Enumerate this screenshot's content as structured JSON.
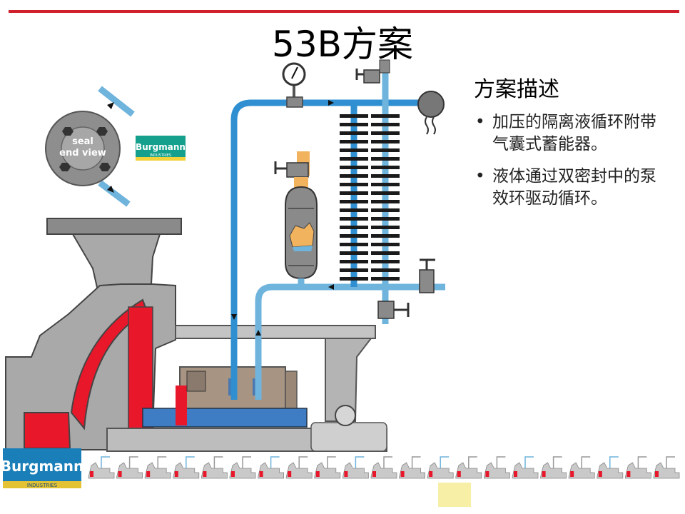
{
  "title": "53B方案",
  "description": {
    "heading": "方案描述",
    "bullets": [
      "加压的隔离液循环附带气囊式蓄能器。",
      "液体通过双密封中的泵效环驱动循环。"
    ]
  },
  "end_view": {
    "line1": "seal",
    "line2": "end view"
  },
  "logo": {
    "brand": "Burgmann",
    "sub": "INDUSTRIES"
  },
  "colors": {
    "accent_line": "#d0202c",
    "pipe": "#2f8fd0",
    "pipe_light": "#6fb4dc",
    "red_fluid": "#e8172a",
    "metal": "#9b9b9b"
  }
}
